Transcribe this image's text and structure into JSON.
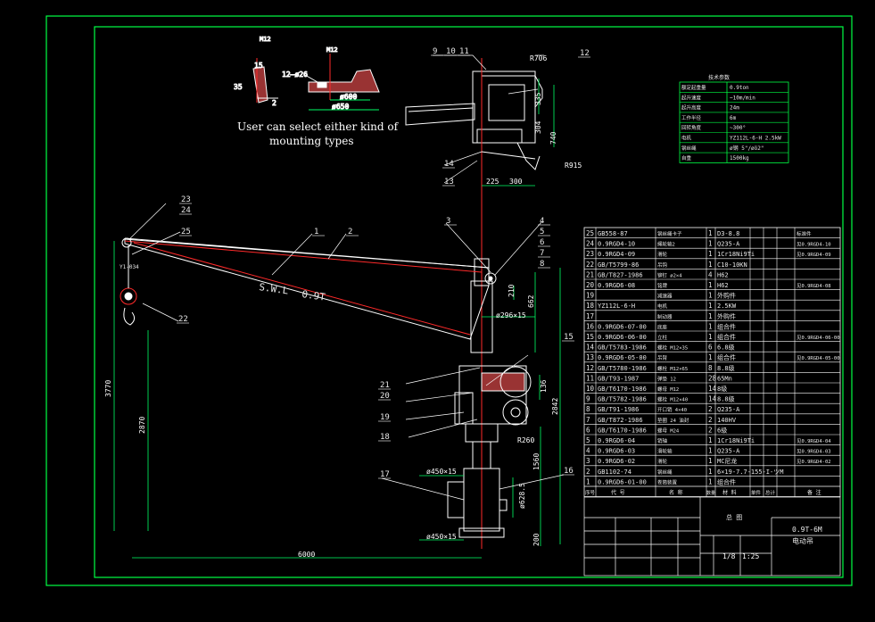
{
  "colors": {
    "background": "#000000",
    "border": "#00ff44",
    "structure": "#ffffff",
    "centerline": "#ff2a2a",
    "dimension": "#00ff66",
    "leader": "#ffffff"
  },
  "note": {
    "line1": "User can select either kind of",
    "line2": "mounting types"
  },
  "details": {
    "label_left": "M12",
    "label_right": "M12",
    "dim_15": "15",
    "dim_35": "35",
    "dim_2": "2",
    "dim_hole": "12–ø26",
    "dim_600": "ø600",
    "dim_650": "ø650"
  },
  "boom": {
    "swl": "S.W.L",
    "capacity": "0.9T",
    "hook_label": "Y1-034"
  },
  "dims": {
    "r706": "R706",
    "d335": "335",
    "d304": "304",
    "d740": "740",
    "r915": "R915",
    "d225": "225",
    "d300": "300",
    "d210": "210",
    "d662": "662",
    "d296": "ø296×15",
    "d136": "136",
    "d2842": "2842",
    "r260": "R260",
    "d1560": "1560",
    "d450a": "ø450×15",
    "d628": "ø628.5",
    "d450b": "ø450×15",
    "d200": "200",
    "d3770": "3770",
    "d2870": "2870",
    "d6000": "6000"
  },
  "callouts": [
    "1",
    "2",
    "3",
    "4",
    "5",
    "6",
    "7",
    "8",
    "9",
    "10",
    "11",
    "12",
    "13",
    "14",
    "15",
    "16",
    "17",
    "18",
    "19",
    "20",
    "21",
    "22",
    "23",
    "24",
    "25"
  ],
  "spec_table": {
    "title": "技术参数",
    "rows": [
      {
        "label": "额定起重量",
        "value": "0.9ton"
      },
      {
        "label": "起升速度",
        "value": "~10m/min"
      },
      {
        "label": "起升高度",
        "value": "24m"
      },
      {
        "label": "工作半径",
        "value": "6m"
      },
      {
        "label": "回转角度",
        "value": "~300°"
      },
      {
        "label": "电机",
        "value": "YZ112L-6-H 2.5kW"
      },
      {
        "label": "钢丝绳",
        "value": "ø钢 5\"/øö2\""
      },
      {
        "label": "自重",
        "value": "1500kg"
      }
    ]
  },
  "parts_table": {
    "rows": [
      {
        "no": "25",
        "code": "GB558-87",
        "name": "钢丝绳卡子",
        "qty": "1",
        "material": "D3-8.8",
        "note": "标准件"
      },
      {
        "no": "24",
        "code": "0.9RGD4-10",
        "name": "绳轮轴2",
        "qty": "1",
        "material": "Q235-A",
        "note": "见0.9RGD4-10"
      },
      {
        "no": "23",
        "code": "0.9RGD4-09",
        "name": "滑轮",
        "qty": "1",
        "material": "1Cr18Ni9Ti",
        "note": "见0.9RGD4-09"
      },
      {
        "no": "22",
        "code": "GB/T5799-86",
        "name": "吊钩",
        "qty": "1",
        "material": "C10-10KN",
        "note": ""
      },
      {
        "no": "21",
        "code": "GB/T827-1986",
        "name": "铆钉 ø2×4",
        "qty": "4",
        "material": "H62",
        "note": ""
      },
      {
        "no": "20",
        "code": "0.9RGD6-08",
        "name": "铭牌",
        "qty": "1",
        "material": "H62",
        "note": "见0.9RGD4-08"
      },
      {
        "no": "19",
        "code": "",
        "name": "减速器",
        "qty": "1",
        "material": "外购件",
        "note": ""
      },
      {
        "no": "18",
        "code": "YZ112L-6-H",
        "name": "电机",
        "qty": "1",
        "material": "2.5KW",
        "note": ""
      },
      {
        "no": "17",
        "code": "",
        "name": "制动器",
        "qty": "1",
        "material": "外购件",
        "note": ""
      },
      {
        "no": "16",
        "code": "0.9RGD6-07-00",
        "name": "底座",
        "qty": "1",
        "material": "组合件",
        "note": ""
      },
      {
        "no": "15",
        "code": "0.9RGD6-06-00",
        "name": "立柱",
        "qty": "1",
        "material": "组合件",
        "note": "见0.9RGD4-06-00"
      },
      {
        "no": "14",
        "code": "GB/T5783-1986",
        "name": "螺栓 M12×35",
        "qty": "6",
        "material": "6.8级",
        "note": ""
      },
      {
        "no": "13",
        "code": "0.9RGD6-05-00",
        "name": "吊臂",
        "qty": "1",
        "material": "组合件",
        "note": "见0.9RGD4-05-00"
      },
      {
        "no": "12",
        "code": "GB/T5780-1986",
        "name": "螺栓 M12×65",
        "qty": "8",
        "material": "8.8级",
        "note": ""
      },
      {
        "no": "11",
        "code": "GB/T93-1987",
        "name": "弹垫 12",
        "qty": "28",
        "material": "65Mn",
        "note": ""
      },
      {
        "no": "10",
        "code": "GB/T6170-1986",
        "name": "螺母 M12",
        "qty": "14",
        "material": "8级",
        "note": ""
      },
      {
        "no": "9",
        "code": "GB/T5782-1986",
        "name": "螺栓 M12×40",
        "qty": "14",
        "material": "8.8级",
        "note": ""
      },
      {
        "no": "8",
        "code": "GB/T91-1986",
        "name": "开口销 4×40",
        "qty": "2",
        "material": "Q235-A",
        "note": ""
      },
      {
        "no": "7",
        "code": "GB/T872-1986",
        "name": "垫圈 24 油封",
        "qty": "2",
        "material": "140HV",
        "note": ""
      },
      {
        "no": "6",
        "code": "GB/T6170-1986",
        "name": "螺母 M24",
        "qty": "2",
        "material": "6级",
        "note": ""
      },
      {
        "no": "5",
        "code": "0.9RGD6-04",
        "name": "销轴",
        "qty": "1",
        "material": "1Cr18Ni9Ti",
        "note": "见0.9RGD4-04"
      },
      {
        "no": "4",
        "code": "0.9RGD6-03",
        "name": "滑轮轴",
        "qty": "1",
        "material": "Q235-A",
        "note": "见0.9RGD4-03"
      },
      {
        "no": "3",
        "code": "0.9RGD6-02",
        "name": "滑轮",
        "qty": "1",
        "material": "MC尼龙",
        "note": "见0.9RGD4-02"
      },
      {
        "no": "2",
        "code": "GB1102-74",
        "name": "钢丝绳",
        "qty": "1",
        "material": "6×19-7.7-155-I-ツM",
        "note": ""
      },
      {
        "no": "1",
        "code": "0.9RGD6-01-00",
        "name": "卷筒装置",
        "qty": "1",
        "material": "组合件",
        "note": ""
      }
    ],
    "header": {
      "no": "序号",
      "code": "代 号",
      "name": "名 称",
      "qty": "数量",
      "material": "材 料",
      "unit_wt": "单件",
      "total_wt": "总计",
      "note": "备 注"
    }
  },
  "title_block": {
    "product": "0.9T-6M",
    "name": "电动吊",
    "drawing": "总 图",
    "scale": "1:25",
    "sheet": "1/8"
  }
}
